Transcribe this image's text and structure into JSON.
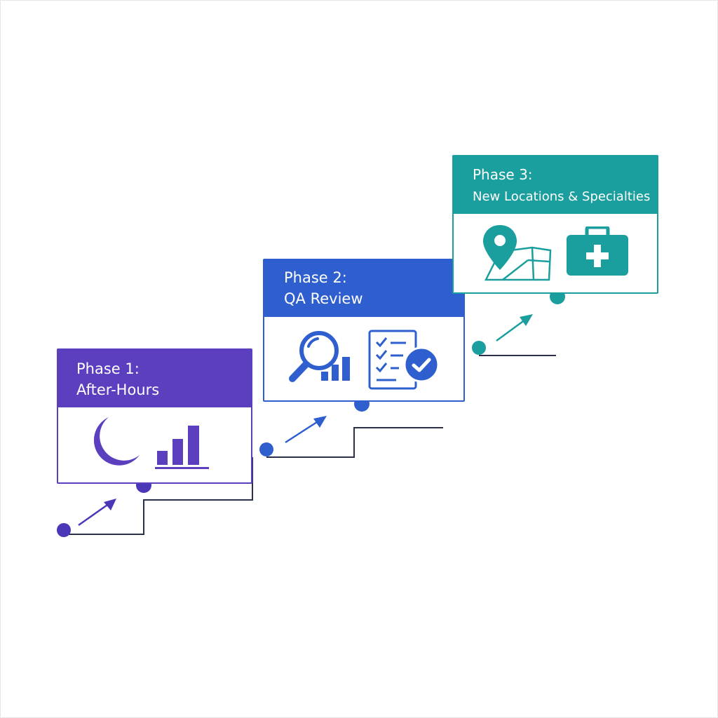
{
  "phases": [
    {
      "title": "Phase 1:",
      "subtitle": "After-Hours",
      "color": "#5b3fbf",
      "icons": [
        "moon-icon",
        "bar-chart-icon"
      ]
    },
    {
      "title": "Phase 2:",
      "subtitle": "QA Review",
      "color": "#2f5fcf",
      "icons": [
        "magnifier-icon",
        "bar-chart-icon",
        "checklist-icon",
        "check-badge-icon"
      ]
    },
    {
      "title": "Phase 3:",
      "subtitle": "New Locations & Specialties",
      "color": "#1a9e9e",
      "icons": [
        "map-pin-icon",
        "medical-kit-icon"
      ]
    }
  ],
  "colors": {
    "line": "#2a2f4a",
    "background": "#ffffff"
  }
}
